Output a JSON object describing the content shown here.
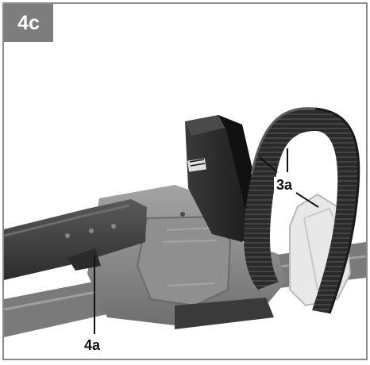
{
  "figure": {
    "badge": "4c",
    "callouts": [
      "3a",
      "4a"
    ]
  },
  "colors": {
    "badge_bg": "#7d7d7d",
    "border": "#8a8a8a",
    "tool_body": "#8c8c8c",
    "handle": "#2b2b2b",
    "battery": "#262626"
  }
}
